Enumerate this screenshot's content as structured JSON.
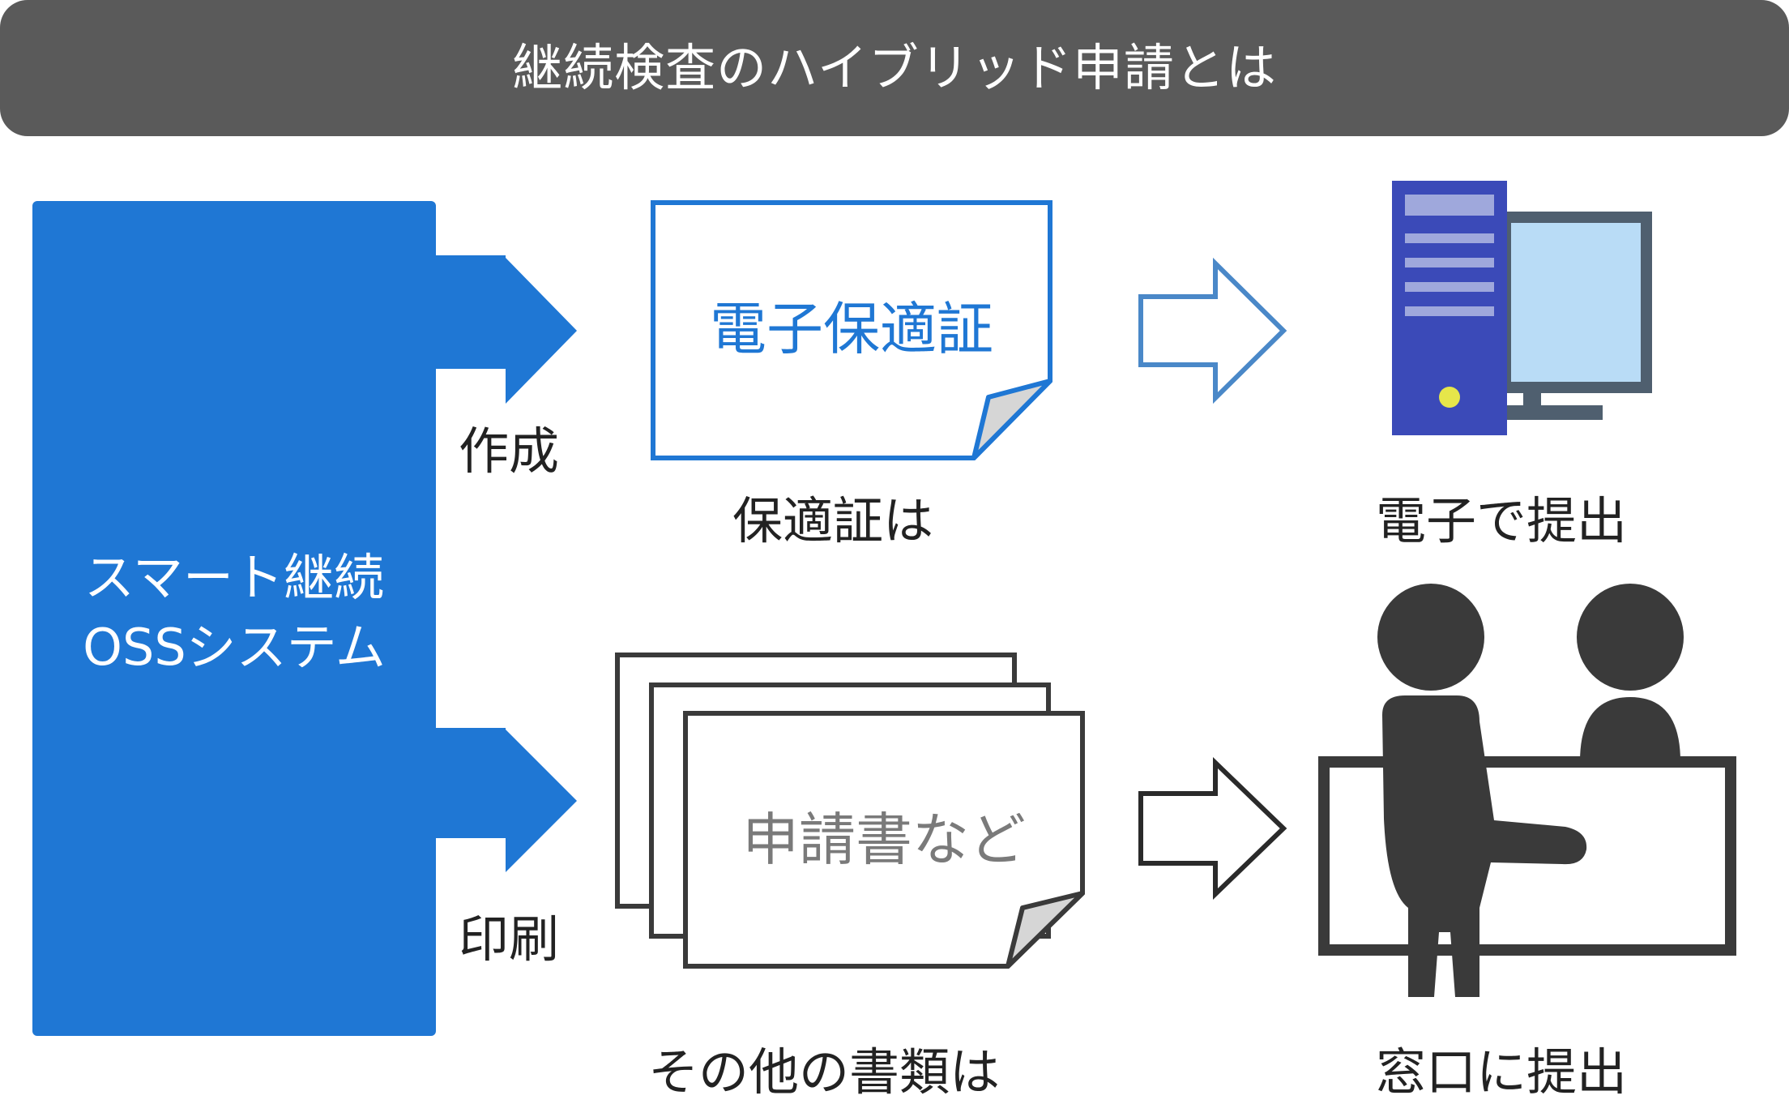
{
  "banner": {
    "title": "継続検査のハイブリッド申請とは"
  },
  "system": {
    "line1": "スマート継続",
    "line2": "OSSシステム"
  },
  "arrows": {
    "create_label": "作成",
    "print_label": "印刷"
  },
  "top_row": {
    "doc_text": "電子保適証",
    "doc_caption": "保適証は",
    "dest_caption": "電子で提出"
  },
  "bottom_row": {
    "doc_text": "申請書など",
    "doc_caption": "その他の書類は",
    "dest_caption": "窓口に提出"
  },
  "colors": {
    "banner": "#5a5a5a",
    "system_blue": "#1f77d4",
    "outline_arrow_blue": "#4a88c8",
    "dark_gray": "#3a3a3a",
    "pc_tower": "#3b4ab8",
    "pc_screen": "#b9dcf6"
  }
}
